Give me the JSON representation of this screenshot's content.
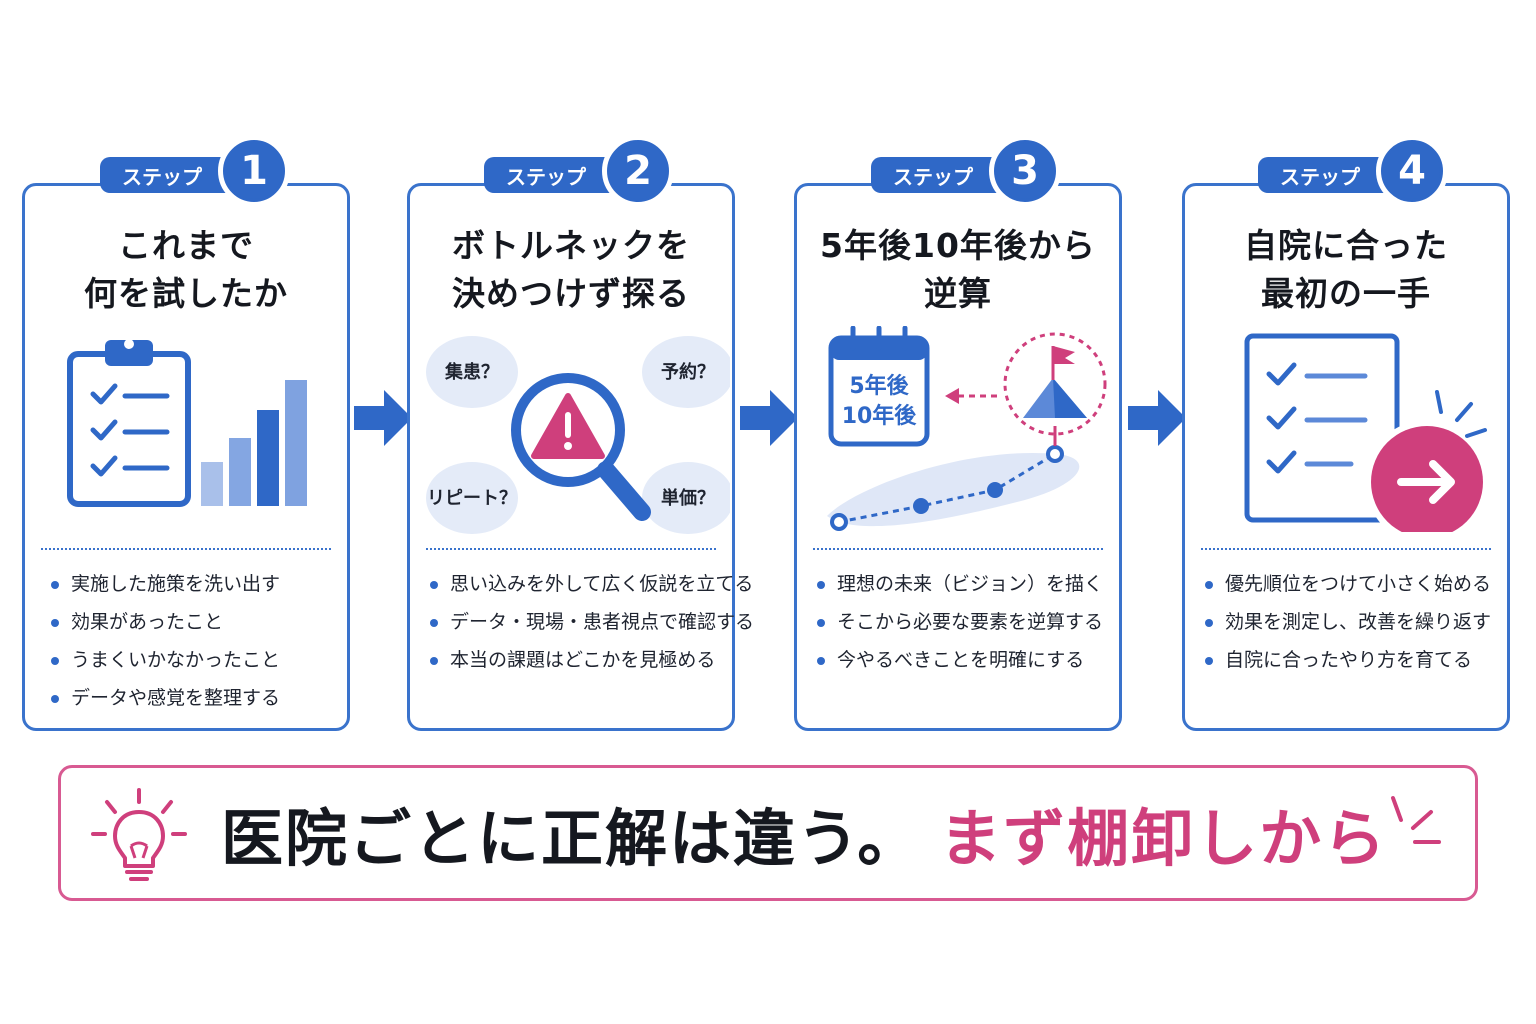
{
  "steps": [
    {
      "badge": "ステップ",
      "number": "1",
      "title": [
        "これまで",
        "何を試したか"
      ],
      "bullets": [
        "実施した施策を洗い出す",
        "効果があったこと",
        "うまくいかなかったこと",
        "データや感覚を整理する"
      ]
    },
    {
      "badge": "ステップ",
      "number": "2",
      "title": [
        "ボトルネックを",
        "決めつけず探る"
      ],
      "bubbles": [
        "集患？",
        "予約？",
        "リピート？",
        "単価？"
      ],
      "bullets": [
        "思い込みを外して広く仮説を立てる",
        "データ・現場・患者視点で確認する",
        "本当の課題はどこかを見極める"
      ]
    },
    {
      "badge": "ステップ",
      "number": "3",
      "title": [
        "5年後10年後から",
        "逆算"
      ],
      "calendar": [
        "5年後",
        "10年後"
      ],
      "bullets": [
        "理想の未来（ビジョン）を描く",
        "そこから必要な要素を逆算する",
        "今やるべきことを明確にする"
      ]
    },
    {
      "badge": "ステップ",
      "number": "4",
      "title": [
        "自院に合った",
        "最初の一手"
      ],
      "bullets": [
        "優先順位をつけて小さく始める",
        "効果を測定し、改善を繰り返す",
        "自院に合ったやり方を育てる"
      ]
    }
  ],
  "banner": {
    "main": "医院ごとに正解は違う。",
    "accent": "まず棚卸しから"
  },
  "colors": {
    "primary": "#2f68c7",
    "accent": "#cf3f7c",
    "light": "#dfe7f7"
  }
}
